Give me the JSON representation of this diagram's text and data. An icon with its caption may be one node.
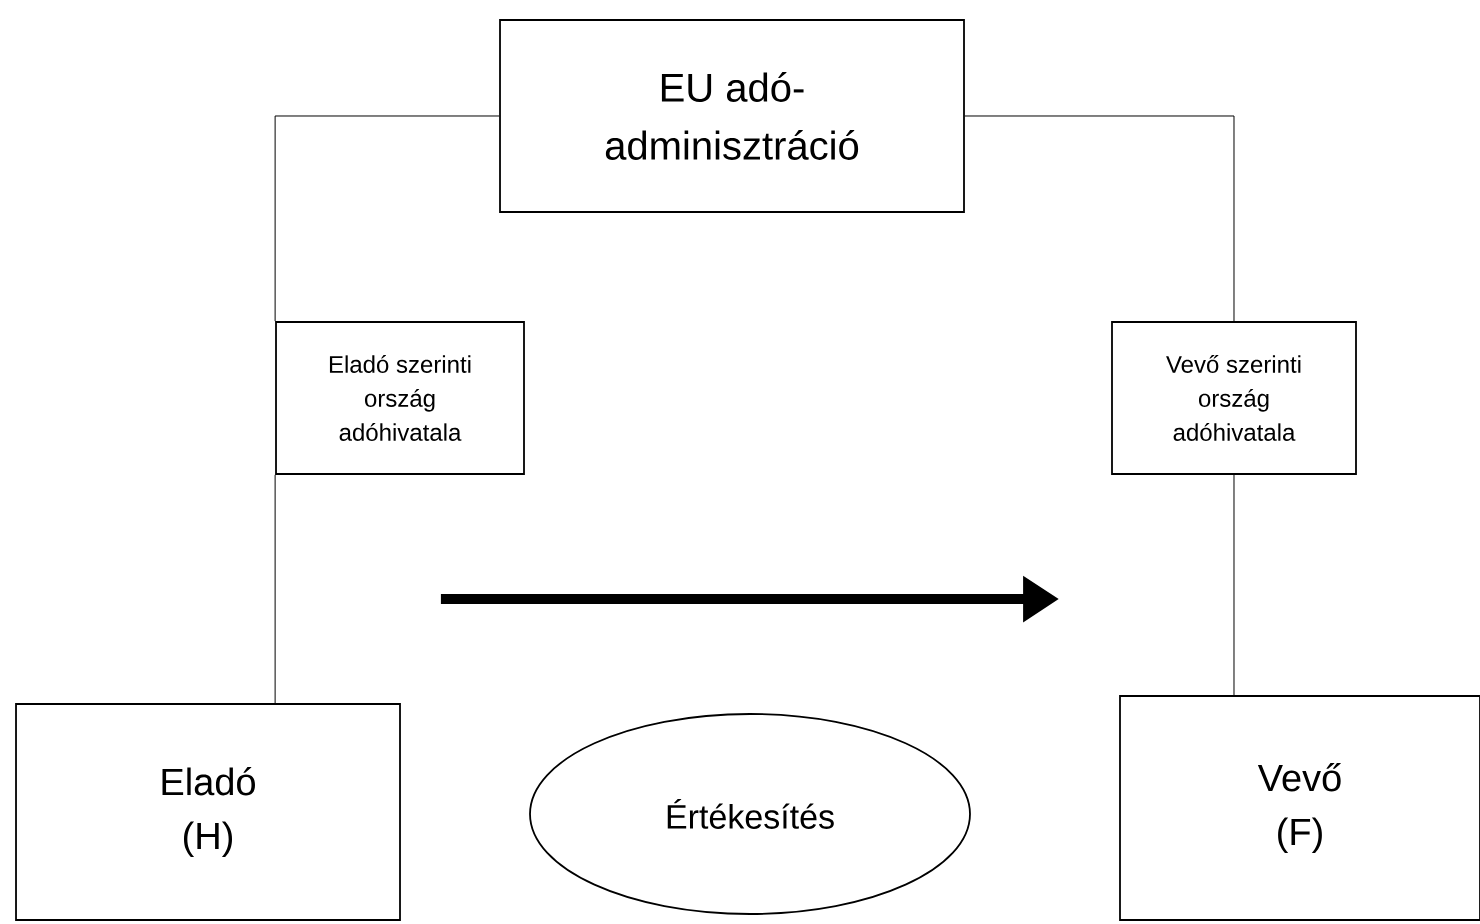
{
  "diagram": {
    "nodes": [
      {
        "text": [
          "EU adó-adminisztráció"
        ]
      },
      {
        "text": [
          "Eladó szerinti ország adóhivatala"
        ]
      },
      {
        "text": [
          "Vevő szerinti ország adóhivatala"
        ]
      },
      {
        "text": [
          "Eladó (H)"
        ]
      },
      {
        "text": [
          "Vevő (F)"
        ]
      },
      {
        "text": [
          "Értékesítés"
        ]
      }
    ],
    "edges": [
      {
        "from": 0,
        "to": 1,
        "arrow": "none"
      },
      {
        "from": 1,
        "to": 3,
        "arrow": "none"
      },
      {
        "from": 0,
        "to": 2,
        "arrow": "none"
      },
      {
        "from": 2,
        "to": 4,
        "arrow": "none"
      },
      {
        "from": 3,
        "to": 4,
        "arrow": "to",
        "style": "thick"
      }
    ]
  }
}
